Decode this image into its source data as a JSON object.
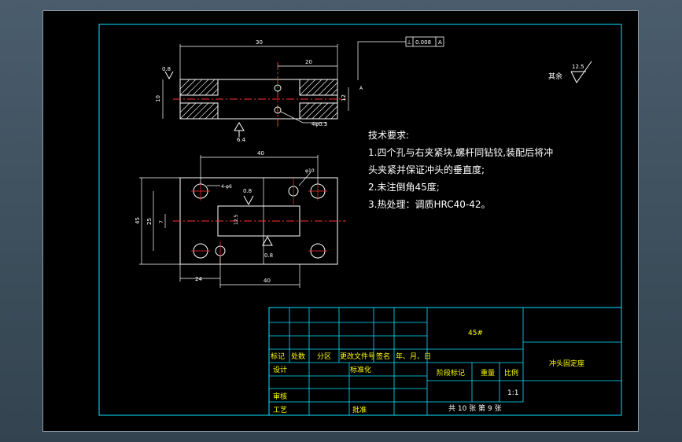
{
  "drawing": {
    "dims": {
      "top_len": "30",
      "top_inner": "20",
      "top_height": "10",
      "top_side": "12",
      "top_dia": "4φ0.3",
      "top_rough": "0.8",
      "top_datum": "A",
      "bottom_rough": "6.4",
      "tol_frame": [
        "⊥",
        "0.008",
        "A"
      ],
      "plan_len": "40",
      "plan_hole": "4-φ6",
      "plan_hole_right": "φ10",
      "plan_rough1": "0.8",
      "plan_rough2": "0.8",
      "plan_height": "45",
      "plan_inner_h": "25",
      "plan_small_h": "7",
      "plan_slot": "12.5",
      "plan_bottom_left": "24",
      "plan_bottom_mid": "40"
    },
    "surface_finish": {
      "label": "其余",
      "value": "12.5"
    },
    "notes": [
      "技术要求:",
      "1.四个孔与右夹紧块,螺杆同钻铰,装配后将冲",
      "头夹紧并保证冲头的垂直度;",
      "2.未注倒角45度;",
      "3.热处理：调质HRC40-42。"
    ]
  },
  "title_block": {
    "material": "45#",
    "part_name": "冲头固定座",
    "row_labels": [
      "标记",
      "处数",
      "分区",
      "更改文件号",
      "签名",
      "年、月、日"
    ],
    "design": "设计",
    "standardize": "标准化",
    "stage_mark": "阶段标记",
    "weight": "重量",
    "scale": "比例",
    "scale_value": "1:1",
    "review": "审核",
    "process": "工艺",
    "approve": "批准",
    "sheets": "共 10 张  第 9 张"
  },
  "colors": {
    "frame": "#00e5ff",
    "line": "#ffffff",
    "centerline": "#ff3030",
    "label": "#ffff00",
    "background": "#000000"
  }
}
